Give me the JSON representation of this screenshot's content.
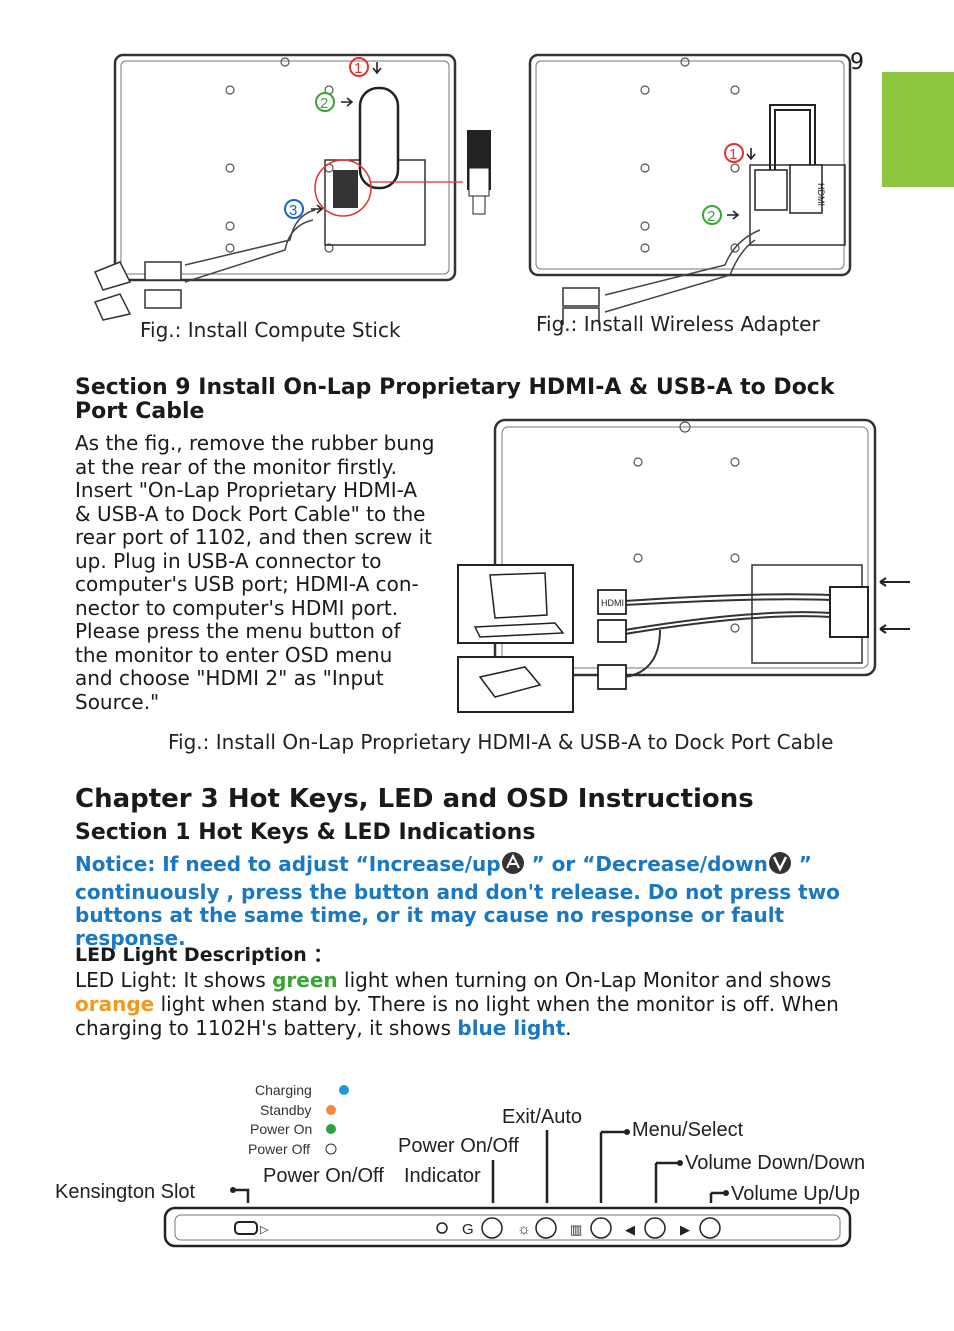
{
  "page_number": "9",
  "colors": {
    "tab": "#8dc63f",
    "notice": "#1a78c2",
    "green": "#3aa534",
    "orange": "#f39a1e",
    "blue": "#1a78c2"
  },
  "fig1": {
    "caption": "Fig.: Install Compute Stick",
    "callouts": [
      "1",
      "2",
      "3"
    ]
  },
  "fig2": {
    "caption": "Fig.: Install Wireless Adapter",
    "callouts": [
      "1",
      "2"
    ],
    "port_label": "HDMI"
  },
  "section9": {
    "title": "Section 9 Install On-Lap Proprietary HDMI-A & USB-A to Dock Port Cable",
    "paragraph_lines": [
      "As the fig., remove the rubber bung",
      "at the rear of the monitor firstly.",
      "Insert \"On-Lap Proprietary HDMI-A",
      "& USB-A to Dock Port Cable\" to the",
      "rear port of 1102, and then screw it",
      "up. Plug in USB-A connector to",
      "computer's USB port; HDMI-A con-",
      "nector to computer's HDMI port.",
      "Please press the menu button of",
      "the monitor to enter OSD menu",
      "and choose \"HDMI 2\" as \"Input",
      "Source.\""
    ],
    "caption": "Fig.:  Install On-Lap Proprietary HDMI-A & USB-A to Dock Port Cable",
    "port_label": "HDMI"
  },
  "chapter3": {
    "title": "Chapter 3  Hot Keys, LED and OSD Instructions",
    "section1_title": "Section 1  Hot Keys & LED Indications",
    "notice_part1": "Notice: If need to adjust “Increase/up",
    "notice_part2": " ” or “Decrease/down",
    "notice_part3": " ”",
    "notice_line2": "continuously , press the button and don't release. Do not press two",
    "notice_line3": "buttons at the same time, or it may cause no response or fault response.",
    "led_heading": "LED Light Description ：",
    "led_text1": "LED Light: It shows ",
    "led_green": "green",
    "led_text2": " light when turning on On-Lap Monitor and  shows",
    "led_orange": "orange",
    "led_text3": " light when stand by. There is no light when the monitor is off. When",
    "led_text4": "charging to 1102H's battery, it shows ",
    "led_blue": "blue light",
    "led_text5": "."
  },
  "bottom_fig": {
    "legend": [
      {
        "label": "Charging",
        "color": "#1a9ad6"
      },
      {
        "label": "Standby",
        "color": "#f08a3c"
      },
      {
        "label": "Power On",
        "color": "#2ea043"
      },
      {
        "label": "Power Off",
        "color": "#ffffff"
      }
    ],
    "labels": {
      "kensington": "Kensington Slot",
      "power_onoff": "Power On/Off",
      "indicator": "Indicator",
      "power_onoff_top": "Power On/Off",
      "exit_auto": "Exit/Auto",
      "menu_select": "Menu/Select",
      "volume_down": "Volume Down/Down",
      "volume_up": "Volume Up/Up"
    }
  }
}
